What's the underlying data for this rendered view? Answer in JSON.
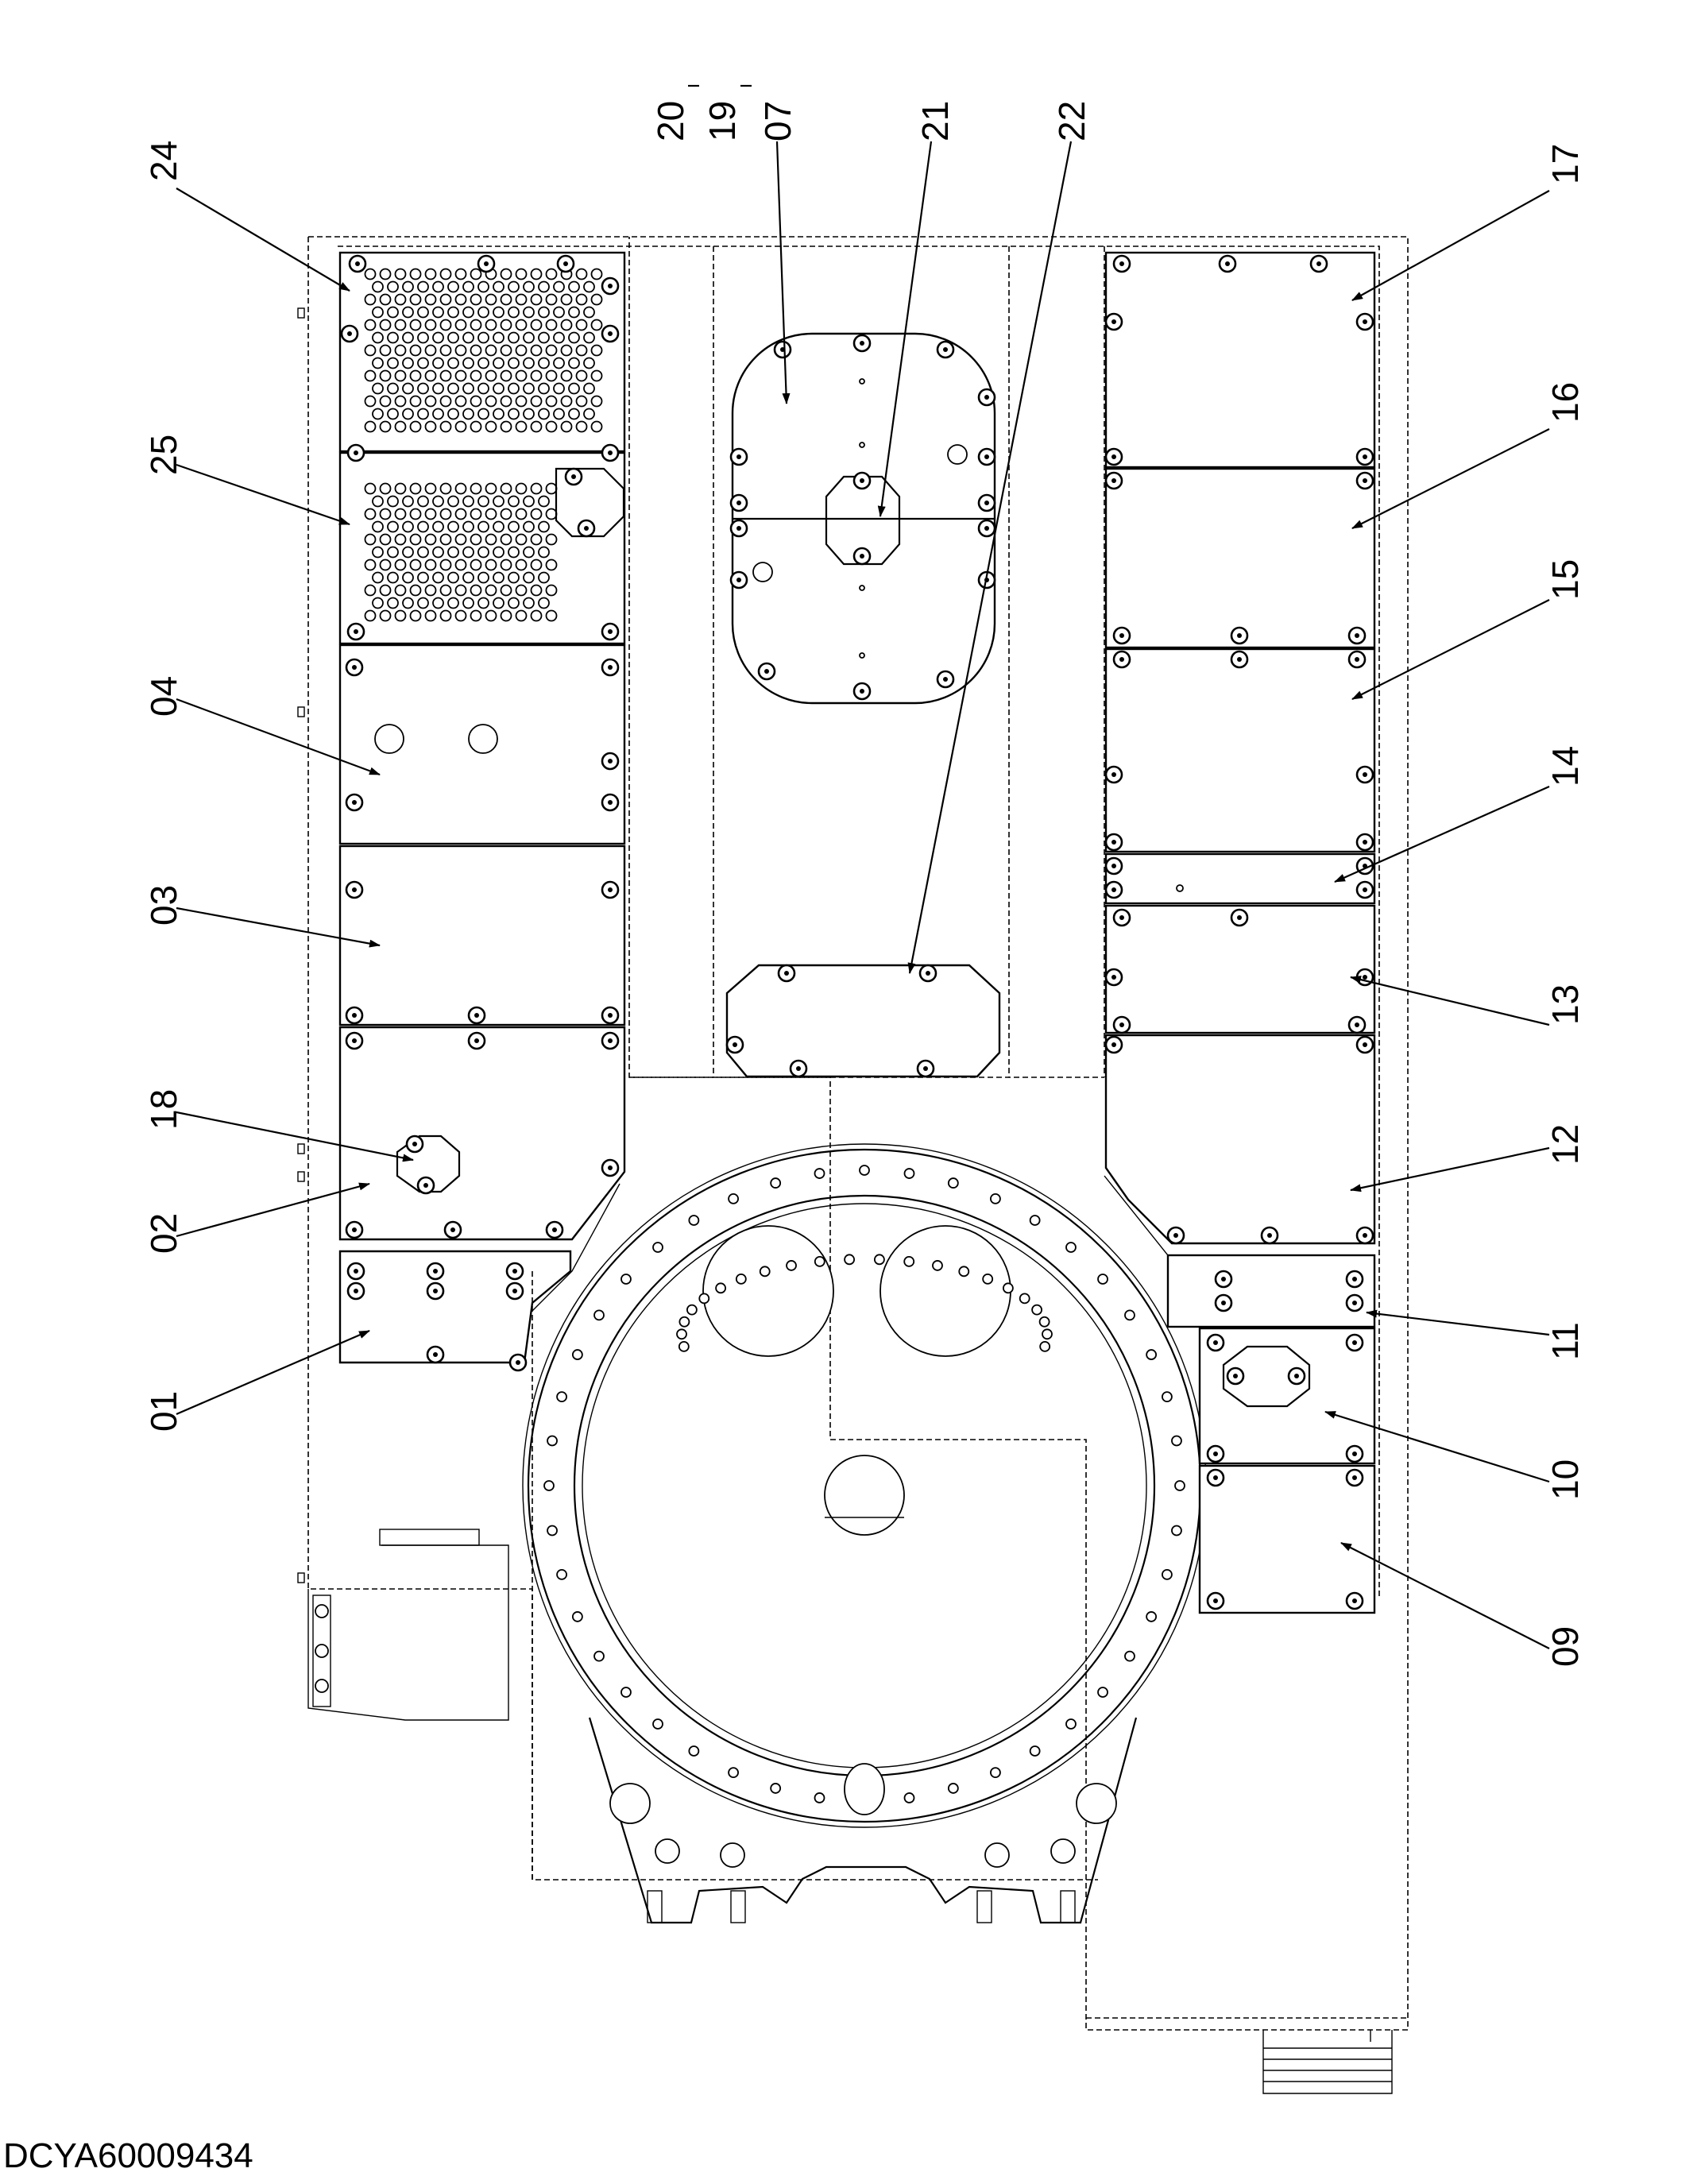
{
  "drawing": {
    "code": "DCYA60009434"
  },
  "callouts": {
    "c24": "24",
    "c25": "25",
    "c04": "04",
    "c03": "03",
    "c18": "18",
    "c02": "02",
    "c01": "01",
    "c20": "20",
    "c19": "19",
    "c07": "07",
    "c21": "21",
    "c22": "22",
    "c17": "17",
    "c16": "16",
    "c15": "15",
    "c14": "14",
    "c13": "13",
    "c12": "12",
    "c11": "11",
    "c10": "10",
    "c09": "09"
  }
}
